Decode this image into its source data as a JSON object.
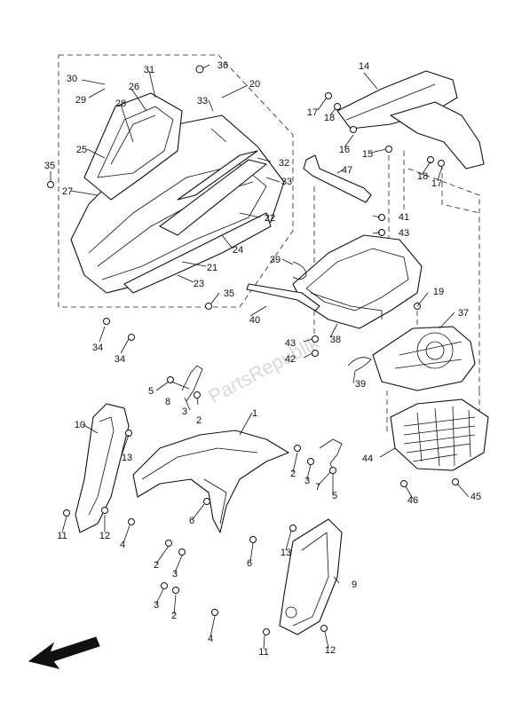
{
  "watermark": "PartsRepublik",
  "labels": [
    "1",
    "2",
    "3",
    "4",
    "5",
    "6",
    "7",
    "8",
    "9",
    "10",
    "11",
    "12",
    "13",
    "14",
    "15",
    "16",
    "17",
    "18",
    "19",
    "20",
    "21",
    "22",
    "23",
    "24",
    "25",
    "26",
    "27",
    "28",
    "29",
    "30",
    "31",
    "32",
    "33",
    "34",
    "35",
    "36",
    "37",
    "38",
    "39",
    "40",
    "41",
    "42",
    "43",
    "44",
    "45",
    "46",
    "47"
  ],
  "arrow_icon": "direction-arrow-icon"
}
